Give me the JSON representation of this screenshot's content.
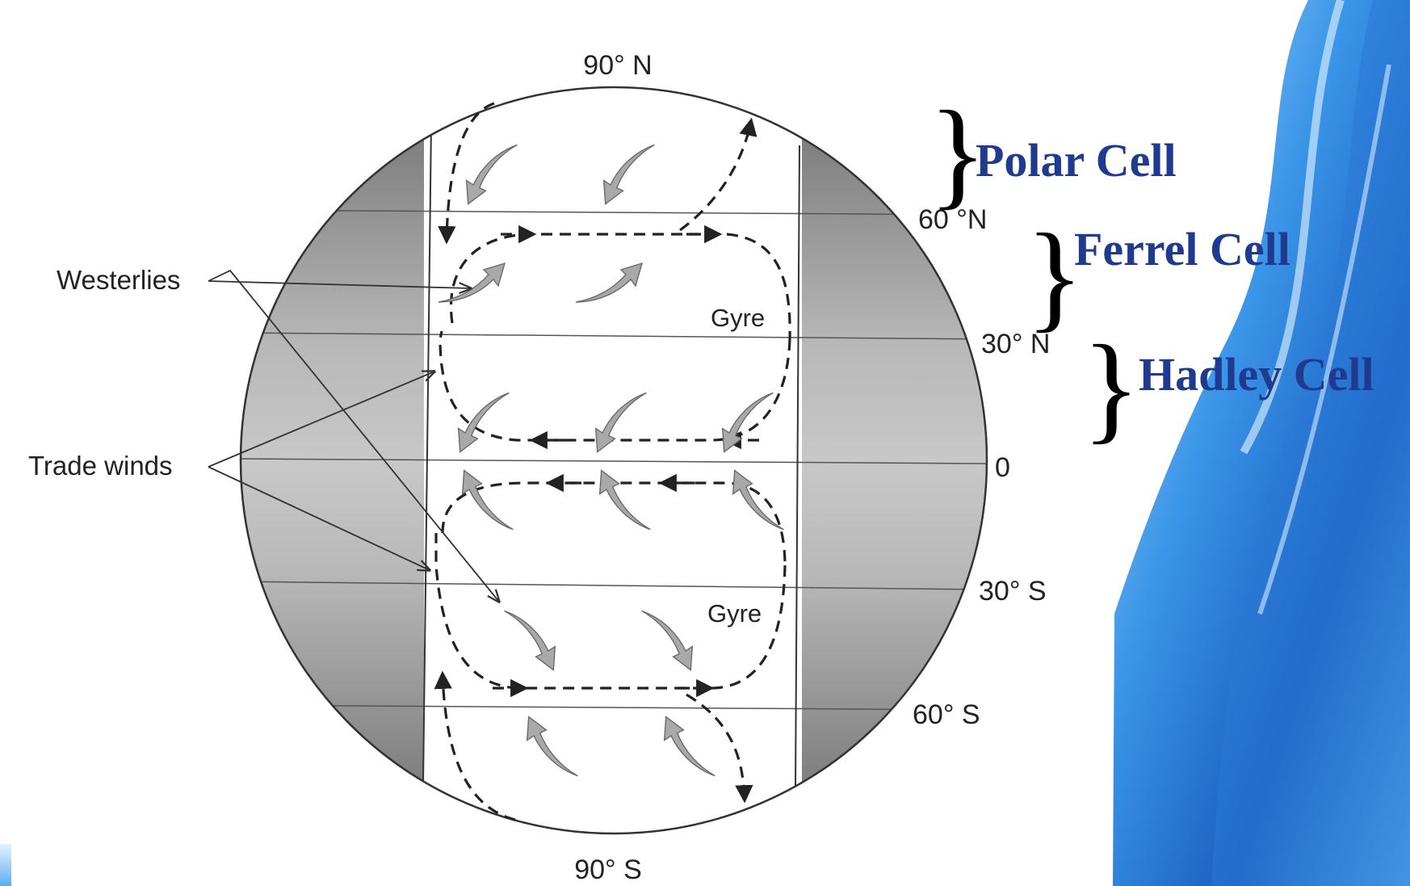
{
  "latitudes": {
    "n90": "90° N",
    "n60": "60 °N",
    "n30": "30° N",
    "eq": "0",
    "s30": "30° S",
    "s60": "60° S",
    "s90": "90° S"
  },
  "callouts": {
    "westerlies": "Westerlies",
    "trade_winds": "Trade winds"
  },
  "gyres": {
    "north": "Gyre",
    "south": "Gyre"
  },
  "cells": {
    "polar": "Polar Cell",
    "ferrel": "Ferrel Cell",
    "hadley": "Hadley Cell"
  },
  "colors": {
    "cell_label": "#1f3a8f",
    "globe_shading": "#9a9a9a",
    "wind_arrow": "#a9a9a9",
    "decor_blue": "#2f8ae0"
  }
}
